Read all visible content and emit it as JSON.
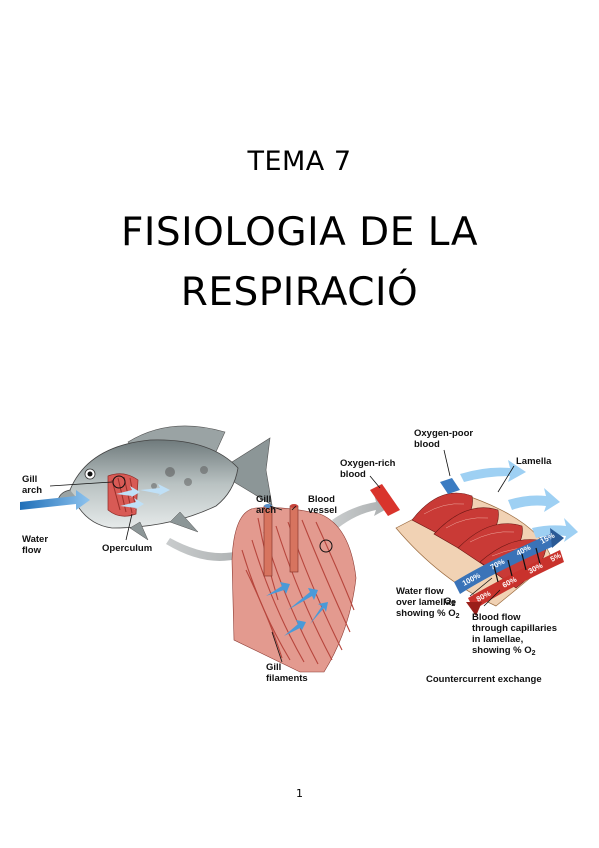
{
  "document": {
    "subtitle": "TEMA 7",
    "title_line_1": "FISIOLOGIA DE LA",
    "title_line_2": "RESPIRACIÓ",
    "page_number": "1"
  },
  "figure": {
    "labels": {
      "gill_arch_1": "Gill",
      "gill_arch_2": "arch",
      "water_flow_1": "Water",
      "water_flow_2": "flow",
      "operculum": "Operculum",
      "gill_arch_b1": "Gill",
      "gill_arch_b2": "arch",
      "blood_vessel_1": "Blood",
      "blood_vessel_2": "vessel",
      "gill_filaments_1": "Gill",
      "gill_filaments_2": "filaments",
      "oxygen_poor_1": "Oxygen-poor",
      "oxygen_poor_2": "blood",
      "oxygen_rich_1": "Oxygen-rich",
      "oxygen_rich_2": "blood",
      "lamella": "Lamella",
      "water_lamellae_1": "Water flow",
      "water_lamellae_2": "over lamellae",
      "water_lamellae_3": "showing % O",
      "o2": "O",
      "o2_sub": "2",
      "blood_flow_1": "Blood flow",
      "blood_flow_2": "through capillaries",
      "blood_flow_3": "in lamellae,",
      "blood_flow_4": "showing % O",
      "caption": "Countercurrent exchange"
    },
    "water_percentages": [
      "100%",
      "70%",
      "40%",
      "15%"
    ],
    "blood_percentages": [
      "80%",
      "60%",
      "30%",
      "5%"
    ]
  }
}
